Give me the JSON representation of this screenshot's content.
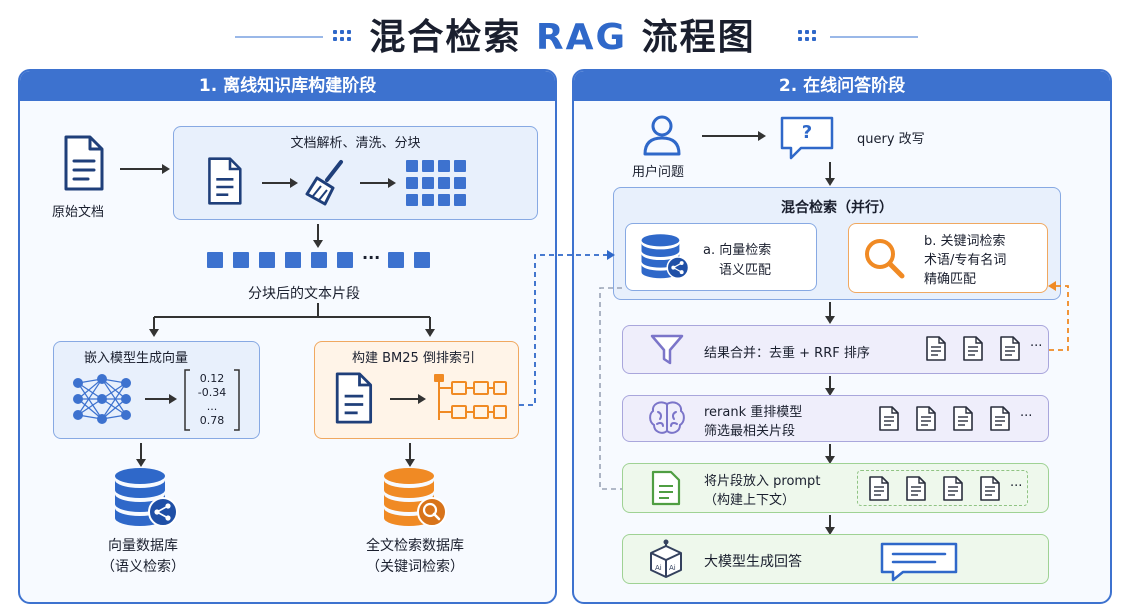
{
  "title": {
    "main": "混合检索",
    "accent": "RAG",
    "tail": "流程图"
  },
  "colors": {
    "primary": "#3d72cf",
    "orange": "#f08a24",
    "purple": "#8b86d4",
    "green": "#6dbb5e",
    "text": "#1a1f2e"
  },
  "left": {
    "header": "1. 离线知识库构建阶段",
    "raw_doc_label": "原始文档",
    "parse_box_title": "文档解析、清洗、分块",
    "chunks_label": "分块后的文本片段",
    "chunks_ellipsis": "···",
    "embed_box_title": "嵌入模型生成向量",
    "vector_values": [
      "0.12",
      "-0.34",
      "...",
      "0.78"
    ],
    "bm25_box_title": "构建 BM25 倒排索引",
    "vector_db_label": [
      "向量数据库",
      "（语义检索）"
    ],
    "fulltext_db_label": [
      "全文检索数据库",
      "（关键词检索）"
    ]
  },
  "right": {
    "header": "2. 在线问答阶段",
    "user_label": "用户问题",
    "query_rewrite_label": "query 改写",
    "query_icon_text": "?",
    "hybrid_title": "混合检索（并行）",
    "vector_search": [
      "a. 向量检索",
      "语义匹配"
    ],
    "keyword_search": [
      "b. 关键词检索",
      "术语/专有名词",
      "精确匹配"
    ],
    "merge_label": "结果合并：去重 + RRF 排序",
    "rerank_label": [
      "rerank 重排模型",
      "筛选最相关片段"
    ],
    "prompt_label": [
      "将片段放入 prompt",
      "（构建上下文）"
    ],
    "generate_label": "大模型生成回答",
    "ellipsis": "···"
  },
  "icons": [
    "document-icon",
    "broom-icon",
    "grid-icon",
    "neural-network-icon",
    "index-tree-icon",
    "database-share-icon",
    "database-search-icon",
    "user-icon",
    "question-bubble-icon",
    "search-icon",
    "funnel-icon",
    "brain-icon",
    "prompt-doc-icon",
    "ai-cube-icon",
    "chat-bubble-icon"
  ]
}
